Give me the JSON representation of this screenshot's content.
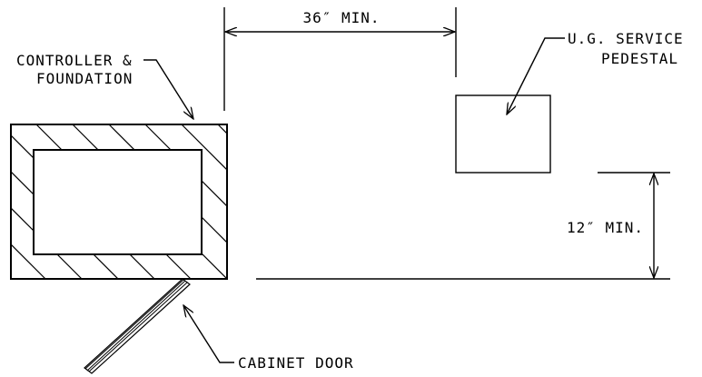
{
  "labels": {
    "controller_line1": "CONTROLLER &",
    "controller_line2": "FOUNDATION",
    "dim_top": "36″ MIN.",
    "service_line1": "U.G. SERVICE",
    "service_line2": "PEDESTAL",
    "dim_right": "12″ MIN.",
    "cabinet_door": "CABINET DOOR"
  },
  "colors": {
    "line": "#000000",
    "background": "#ffffff"
  }
}
